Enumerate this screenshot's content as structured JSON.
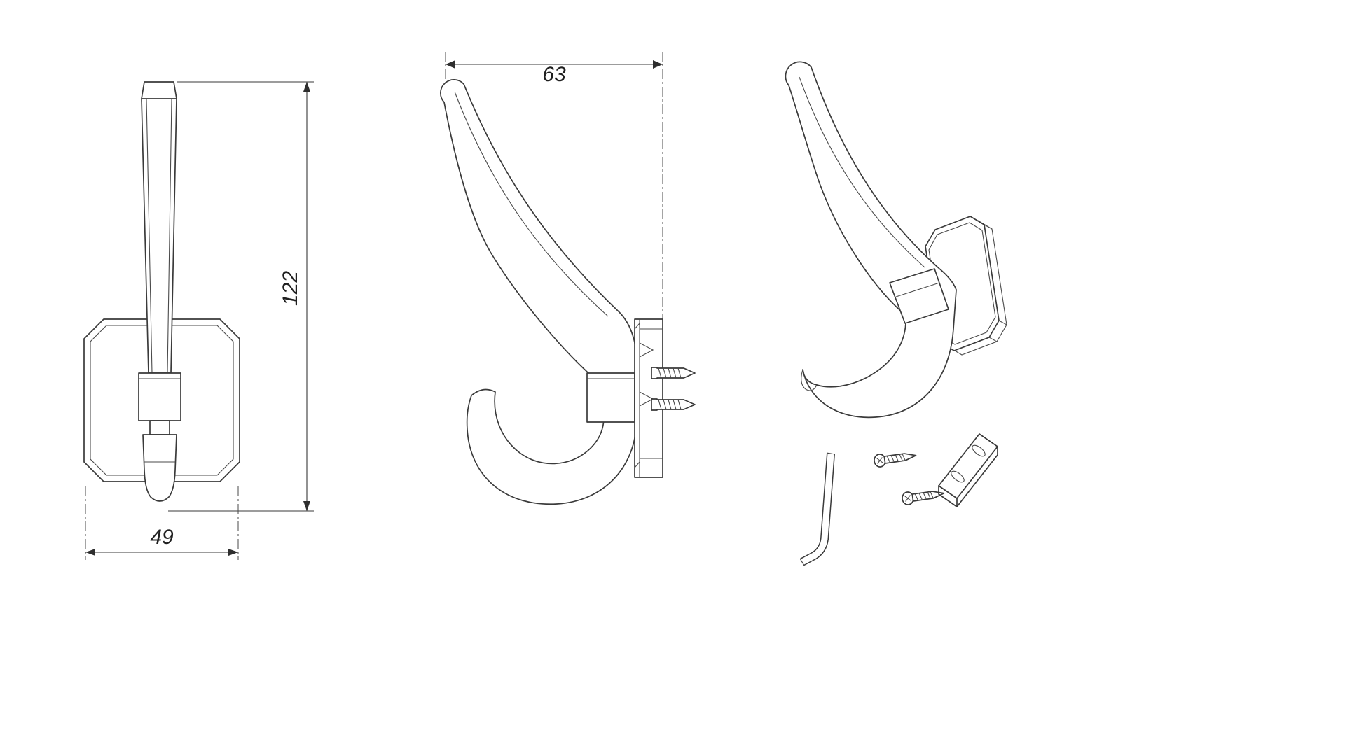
{
  "drawing": {
    "type": "technical-drawing",
    "subject": "wall coat hook with square backplate and mounting hardware"
  },
  "dimensions": {
    "height_label": "122",
    "width_label": "49",
    "depth_label": "63"
  },
  "style": {
    "line_color": "#3a3a3a",
    "dim_color": "#2e2e2e",
    "text_color": "#1f1f1f",
    "background": "#ffffff"
  }
}
